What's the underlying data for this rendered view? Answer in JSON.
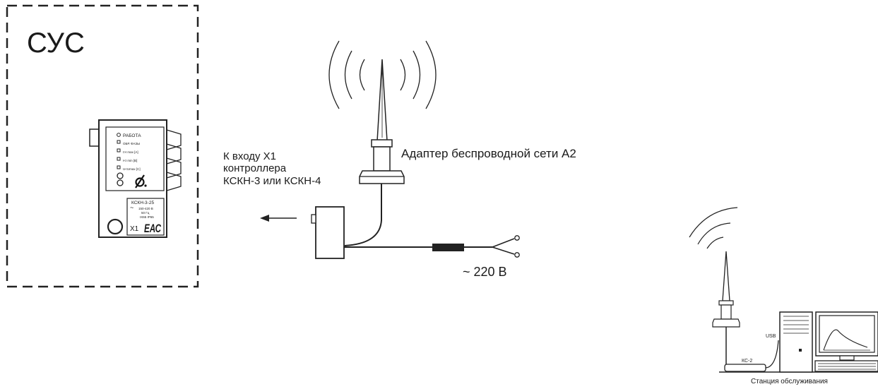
{
  "cabinet": {
    "title": "СУС"
  },
  "controller": {
    "leds": [
      "РАБОТА",
      "ОБР. ФАЗЫ",
      "I>I max [A]",
      "I<I min [B]",
      "U<Umax [C]"
    ],
    "plate_model": "КСКН-3-25",
    "plate_lines": [
      "150-420 В",
      "50 Гц",
      "IX65 IP65"
    ],
    "port": "X1",
    "cert_mark": "ЕАС"
  },
  "adapter": {
    "label": "Адаптер беспроводной сети А2"
  },
  "input_note": {
    "lines": [
      "К входу Х1",
      "контроллера",
      "КСКН-3 или КСКН-4"
    ]
  },
  "power": {
    "label": "~ 220 В"
  },
  "station": {
    "label": "Станция обслуживания",
    "adapter_box": "КС-2",
    "usb": "USB"
  }
}
